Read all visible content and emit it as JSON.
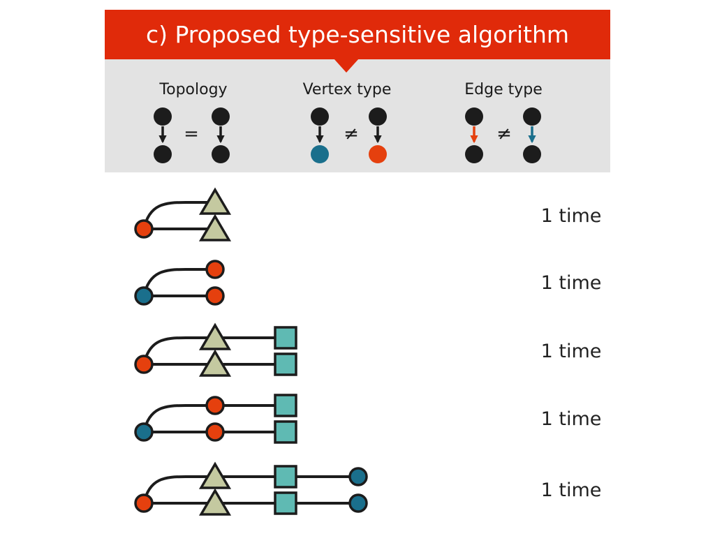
{
  "banner": {
    "title": "c)  Proposed type-sensitive algorithm",
    "color": "#e02a0a"
  },
  "header": {
    "background": "#e3e3e3",
    "panels": [
      {
        "label": "Topology",
        "operator": "=",
        "edge_colors": [
          "#1c1c1c",
          "#1c1c1c"
        ],
        "bottom_node_colors": [
          "#1c1c1c",
          "#1c1c1c"
        ]
      },
      {
        "label": "Vertex type",
        "operator": "≠",
        "edge_colors": [
          "#1c1c1c",
          "#1c1c1c"
        ],
        "bottom_node_colors": [
          "#1a6f8c",
          "#e5400e"
        ]
      },
      {
        "label": "Edge type",
        "operator": "≠",
        "edge_colors": [
          "#e5400e",
          "#1a6f8c"
        ],
        "bottom_node_colors": [
          "#1c1c1c",
          "#1c1c1c"
        ]
      }
    ]
  },
  "legend_colors": {
    "red": "#e5400e",
    "blue": "#1a6f8c",
    "triangle": "#c4c9a0",
    "square": "#5fbab3",
    "black": "#1c1c1c"
  },
  "motifs": [
    {
      "root": "red-circle",
      "chain_top": [
        "triangle"
      ],
      "chain_bottom": [
        "triangle"
      ],
      "count_label": "1 time"
    },
    {
      "root": "blue-circle",
      "chain_top": [
        "red-circle"
      ],
      "chain_bottom": [
        "red-circle"
      ],
      "count_label": "1 time"
    },
    {
      "root": "red-circle",
      "chain_top": [
        "triangle",
        "square"
      ],
      "chain_bottom": [
        "triangle",
        "square"
      ],
      "count_label": "1 time"
    },
    {
      "root": "blue-circle",
      "chain_top": [
        "red-circle",
        "square"
      ],
      "chain_bottom": [
        "red-circle",
        "square"
      ],
      "count_label": "1 time"
    },
    {
      "root": "red-circle",
      "chain_top": [
        "triangle",
        "square",
        "blue-circle"
      ],
      "chain_bottom": [
        "triangle",
        "square",
        "blue-circle"
      ],
      "count_label": "1 time"
    }
  ]
}
